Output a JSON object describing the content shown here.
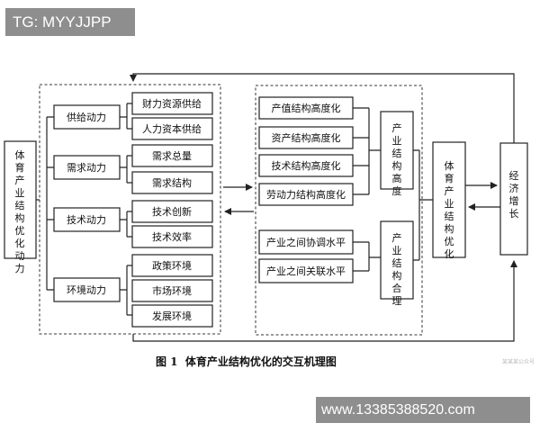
{
  "watermark_tag": "TG: MYYJJPP",
  "phone_banner": "www.13385388520.com",
  "corner_watermark": "某某某公众号",
  "left_source": "体育产业结构优化动力",
  "drivers": [
    {
      "label": "供给动力",
      "items": [
        "财力资源供给",
        "人力资本供给"
      ]
    },
    {
      "label": "需求动力",
      "items": [
        "需求总量",
        "需求结构"
      ]
    },
    {
      "label": "技术动力",
      "items": [
        "技术创新",
        "技术效率"
      ]
    },
    {
      "label": "环境动力",
      "items": [
        "政策环境",
        "市场环境",
        "发展环境"
      ]
    }
  ],
  "advancement": {
    "label": "产业结构高度",
    "items": [
      "产值结构高度化",
      "资产结构高度化",
      "技术结构高度化",
      "劳动力结构高度化"
    ]
  },
  "rationalization": {
    "label": "产业结构合理",
    "items": [
      "产业之间协调水平",
      "产业之间关联水平"
    ]
  },
  "optimization": "体育产业结构优化",
  "growth": "经济增长",
  "caption": "图 1  体育产业结构优化的交互机理图"
}
